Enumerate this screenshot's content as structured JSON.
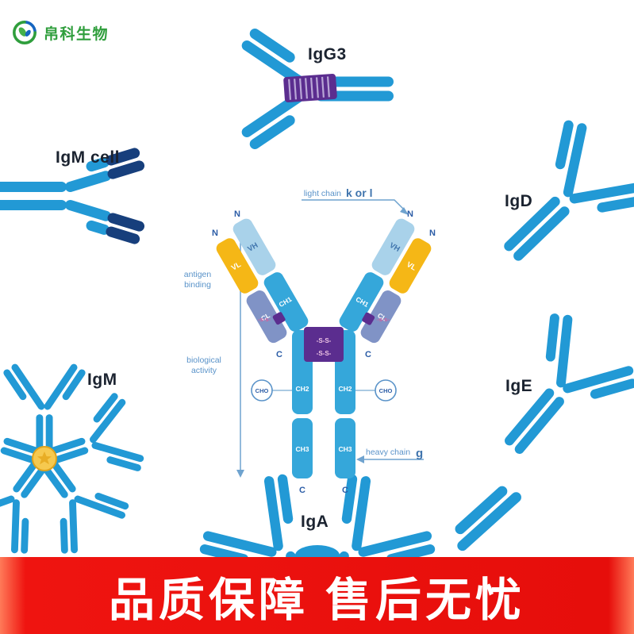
{
  "logo": {
    "brand": "帛科生物"
  },
  "molecules": {
    "igg3": "IgG3",
    "igm_cell": "IgM cell",
    "igd": "IgD",
    "igm": "IgM",
    "ige": "IgE",
    "iga": "IgA"
  },
  "diagram": {
    "light_chain": "light chain",
    "light_chain_variants": "k or l",
    "antigen_line1": "antigen",
    "antigen_line2": "binding",
    "bio_line1": "biological",
    "bio_line2": "activity",
    "heavy_chain": "heavy chain",
    "heavy_chain_class": "g",
    "n": "N",
    "c": "C",
    "vh": "VH",
    "vl": "VL",
    "cl": "CL",
    "ch1": "CH1",
    "ch2": "CH2",
    "ch3": "CH3",
    "cho": "CHO",
    "ss": "-S-S-",
    "ss_small": "-s-s-"
  },
  "banner": {
    "text": "品质保障 售后无忧"
  },
  "colors": {
    "antibody_blue": "#2299d5",
    "central_blue": "#35a7da",
    "light_blue": "#a9d2ea",
    "yellow": "#f5b716",
    "gray_blue": "#8093c6",
    "purple": "#5b2d8f",
    "navy": "#173f7c",
    "banner_red": "#e60e0b",
    "brand_green": "#2f9e3c"
  }
}
